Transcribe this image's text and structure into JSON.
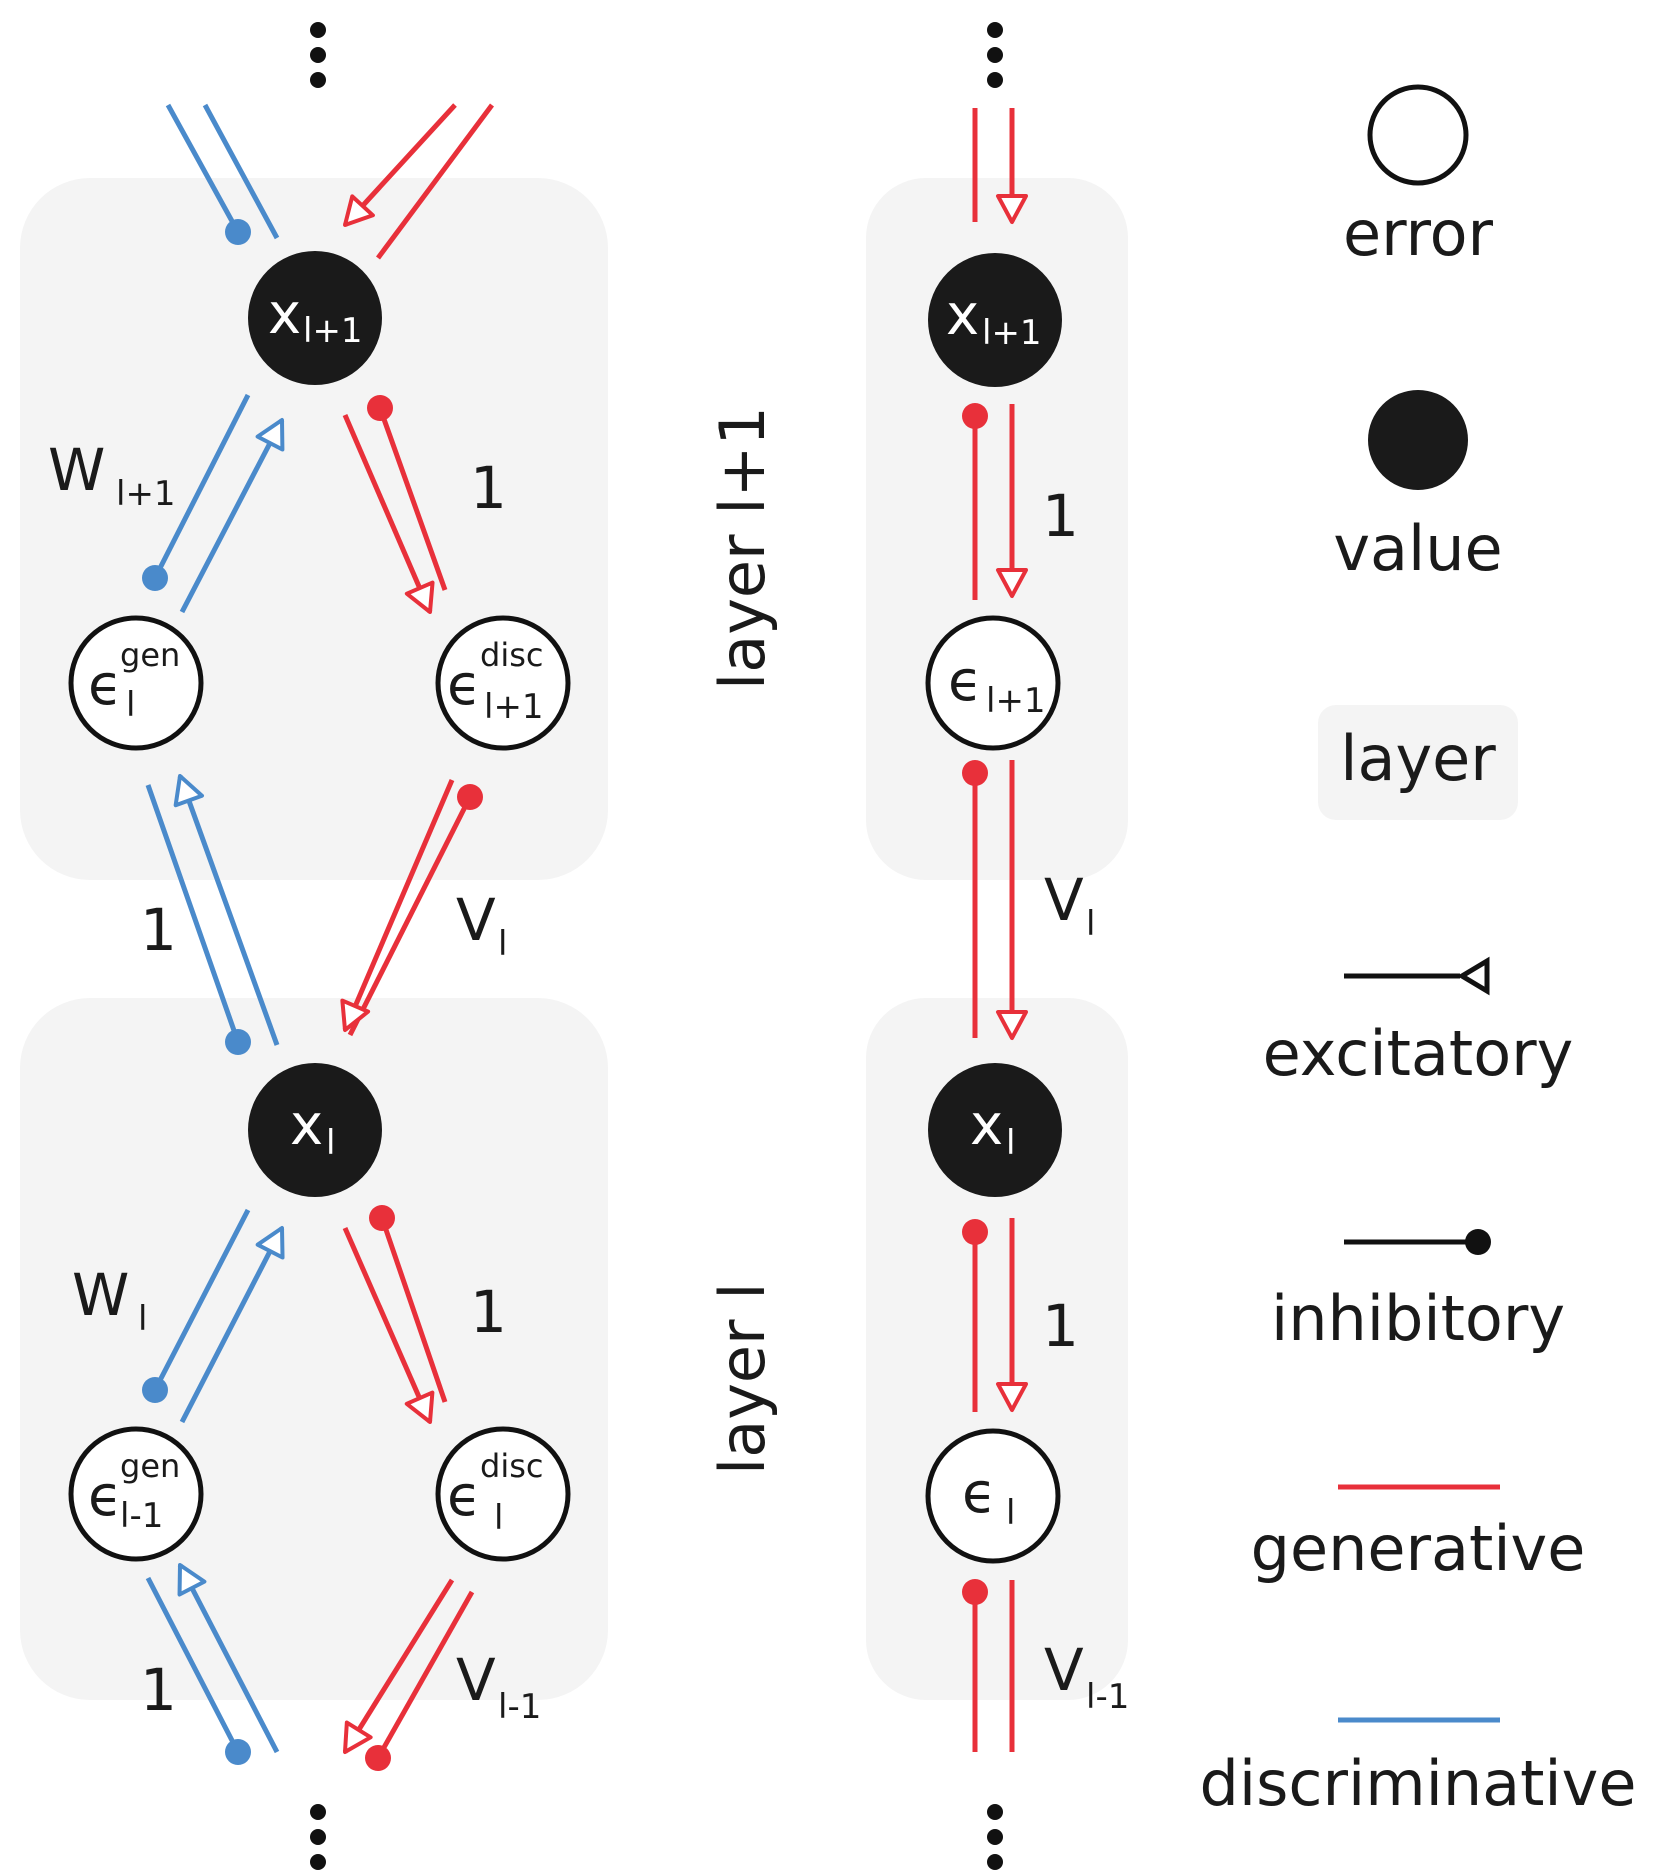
{
  "colors": {
    "generative": "#e8303a",
    "discriminative": "#4a8acb",
    "value_fill": "#1a1a1a",
    "layer_bg": "#f4f4f4",
    "black": "#111111"
  },
  "left_network": {
    "value_top": {
      "base": "x",
      "sub": "l+1"
    },
    "value_bottom": {
      "base": "x",
      "sub": "l"
    },
    "err_gen_upper": {
      "base": "ϵ",
      "sup": "gen",
      "sub": "l"
    },
    "err_disc_upper": {
      "base": "ϵ",
      "sup": "disc",
      "sub": "l+1"
    },
    "err_gen_lower": {
      "base": "ϵ",
      "sup": "gen",
      "sub": "l-1"
    },
    "err_disc_lower": {
      "base": "ϵ",
      "sup": "disc",
      "sub": "l"
    },
    "weights": {
      "w_upper": {
        "base": "W",
        "sub": "l+1"
      },
      "one_upper_right": "1",
      "one_mid_left": "1",
      "v_mid": {
        "base": "V",
        "sub": "l"
      },
      "w_lower": {
        "base": "W",
        "sub": "l"
      },
      "one_lower_right": "1",
      "one_bottom_left": "1",
      "v_bottom": {
        "base": "V",
        "sub": "l-1"
      }
    },
    "ellipsis": "⋮"
  },
  "layer_labels": {
    "upper": "layer l+1",
    "lower": "layer l"
  },
  "right_network": {
    "value_top": {
      "base": "x",
      "sub": "l+1"
    },
    "value_bottom": {
      "base": "x",
      "sub": "l"
    },
    "err_upper": {
      "base": "ϵ",
      "sub": "l+1"
    },
    "err_lower": {
      "base": "ϵ",
      "sub": "l"
    },
    "weights": {
      "one_upper": "1",
      "v_mid": {
        "base": "V",
        "sub": "l"
      },
      "one_lower": "1",
      "v_bottom": {
        "base": "V",
        "sub": "l-1"
      }
    },
    "ellipsis": "⋮"
  },
  "legend": {
    "error": "error",
    "value": "value",
    "layer": "layer",
    "excitatory": "excitatory",
    "inhibitory": "inhibitory",
    "generative": "generative",
    "discriminative": "discriminative"
  }
}
